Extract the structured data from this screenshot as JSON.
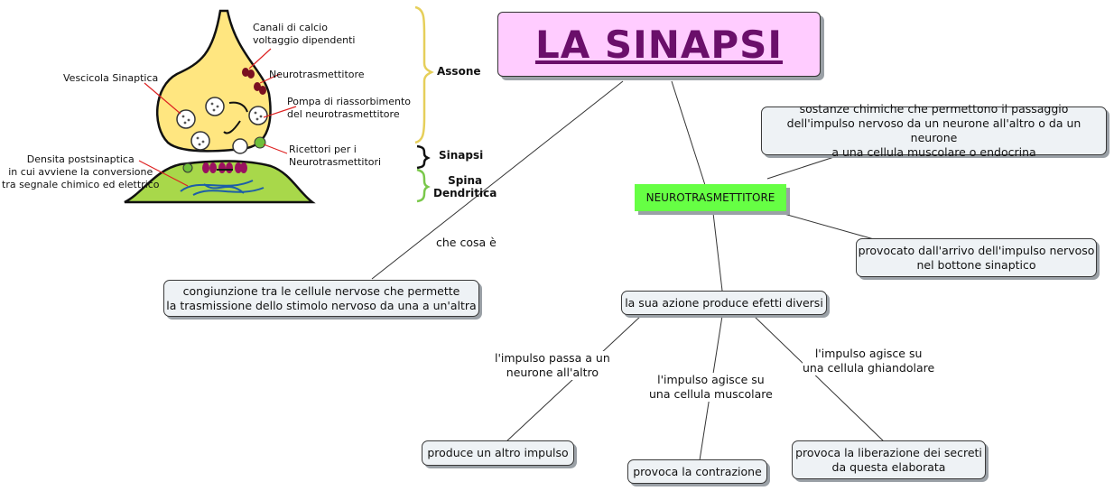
{
  "title": "LA SINAPSI",
  "nodes": {
    "neurotrasmettitore": "NEUROTRASMETTITORE",
    "definizione": "sostanze chimiche che permettono il passaggio\ndell'impulso nervoso da un neurone all'altro o da un neurone\na una cellula muscolare o endocrina",
    "provocato": "provocato dall'arrivo dell'impulso nervoso\nnel bottone sinaptico",
    "congiunzione": "congiunzione tra le cellule nervose che permette\nla trasmissione dello stimolo nervoso da una a un'altra",
    "azione": "la sua azione produce efetti diversi",
    "altro_impulso": "produce un altro impulso",
    "contrazione": "provoca la contrazione",
    "secreti": "provoca la liberazione dei secreti\nda questa elaborata"
  },
  "link_labels": {
    "che_cosa": "che cosa è",
    "passa": "l'impulso passa a un\nneurone all'altro",
    "muscolare": "l'impulso agisce su\nuna cellula muscolare",
    "ghiandolare": "l'impulso agisce su\nuna cellula ghiandolare"
  },
  "illustration": {
    "canali": "Canali di calcio\nvoltaggio dipendenti",
    "neurotrasmettitore": "Neurotrasmettitore",
    "vescicola": "Vescicola Sinaptica",
    "pompa": "Pompa di riassorbimento\ndel neurotrasmettitore",
    "ricettori": "Ricettori per i\nNeurotrasmettitori",
    "densita": "Densita postsinaptica\nin cui avviene la conversione\ntra segnale chimico ed elettrico",
    "assone": "Assone",
    "sinapsi": "Sinapsi",
    "spina": "Spina\nDendritica"
  },
  "colors": {
    "title_bg": "#ffccff",
    "title_text": "#6a0f6a",
    "neuro_bg": "#66ff44",
    "node_bg": "#eef2f5",
    "axon_fill": "#ffe680",
    "dendrite_fill": "#a8d84a"
  }
}
